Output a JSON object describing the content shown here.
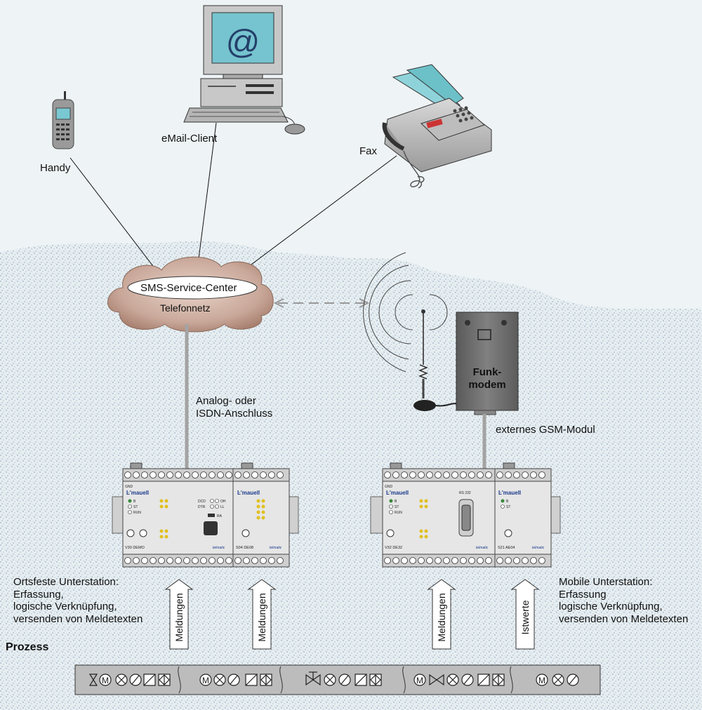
{
  "devices": {
    "handy": "Handy",
    "email": "eMail-Client",
    "email_symbol": "@",
    "fax": "Fax"
  },
  "cloud": {
    "center": "SMS-Service-Center",
    "network": "Telefonnetz"
  },
  "connection": {
    "line1": "Analog- oder",
    "line2": "ISDN-Anschluss"
  },
  "modem": {
    "line1": "Funk-",
    "line2": "modem",
    "caption": "externes GSM-Modul"
  },
  "stations": {
    "left": {
      "line1": "Ortsfeste Unterstation:",
      "line2": "Erfassung,",
      "line3": "logische Verknüpfung,",
      "line4": "versenden von Meldetexten"
    },
    "right": {
      "line1": "Mobile Unterstation:",
      "line2": "Erfassung",
      "line3": "logische Verknüpfung,",
      "line4": "versenden von Meldetexten"
    }
  },
  "modules": {
    "brand": "Ŀ'mauell",
    "maker": "telmatic",
    "left_main": "V30 DEMO",
    "left_ext": "S04 DE08",
    "right_main": "V32 DE32",
    "right_ext": "S21 AE04",
    "led_dcd": "DCD",
    "led_dtr": "DTR",
    "led_oh": "OH",
    "led_ll": "LL",
    "led_ra": "RA",
    "led_b": "B",
    "led_st": "ST",
    "led_run": "RUN",
    "rs232": "RS 232",
    "gnd": "GND"
  },
  "arrows": [
    "Meldungen",
    "Meldungen",
    "Meldungen",
    "Istwerte"
  ],
  "process": {
    "title": "Prozess",
    "symbol_m": "M"
  },
  "colors": {
    "cable": "#a3a3a3",
    "cloud": "#c9a89a",
    "background": "#eef3f5",
    "modem_body": "#6f6f6f",
    "module_body": "#e6e6e6",
    "led_green": "#3a8a3a",
    "led_yellow": "#e0c020",
    "teal": "#6cc0c8"
  }
}
